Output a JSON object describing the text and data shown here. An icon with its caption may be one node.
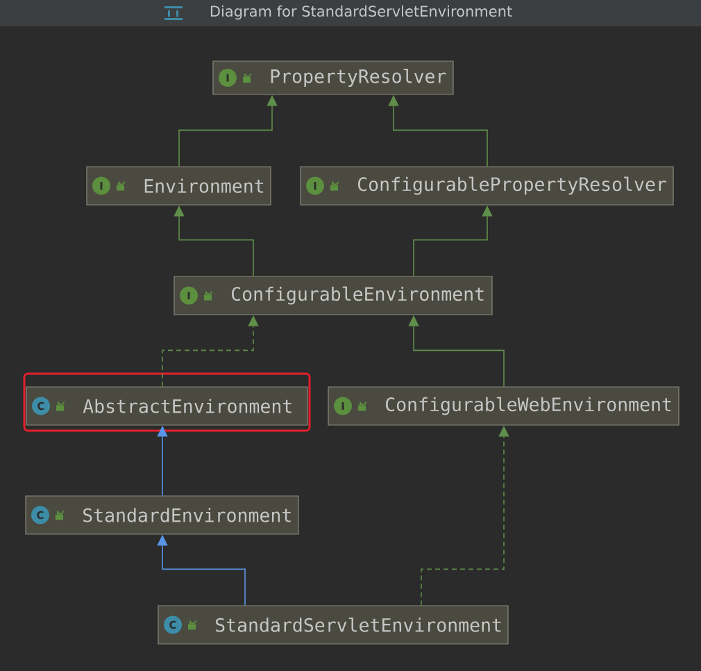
{
  "diagram": {
    "title": "Diagram for StandardServletEnvironment",
    "nodes": [
      {
        "text": [
          "I",
          "PropertyResolver"
        ]
      },
      {
        "text": [
          "I",
          "Environment"
        ]
      },
      {
        "text": [
          "I",
          "ConfigurablePropertyResolver"
        ]
      },
      {
        "text": [
          "I",
          "ConfigurableEnvironment"
        ]
      },
      {
        "text": [
          "C",
          "AbstractEnvironment"
        ]
      },
      {
        "text": [
          "I",
          "ConfigurableWebEnvironment"
        ]
      },
      {
        "text": [
          "C",
          "StandardEnvironment"
        ]
      },
      {
        "text": [
          "C",
          "StandardServletEnvironment"
        ]
      }
    ],
    "edges": [
      {
        "from": 1,
        "to": 0,
        "arrow": "to"
      },
      {
        "from": 2,
        "to": 0,
        "arrow": "to"
      },
      {
        "from": 3,
        "to": 1,
        "arrow": "to"
      },
      {
        "from": 3,
        "to": 2,
        "arrow": "to"
      },
      {
        "from": 4,
        "to": 3,
        "arrow": "to",
        "style": "dashed"
      },
      {
        "from": 5,
        "to": 3,
        "arrow": "to"
      },
      {
        "from": 6,
        "to": 4,
        "arrow": "to",
        "color": "#5a94e8"
      },
      {
        "from": 7,
        "to": 6,
        "arrow": "to",
        "color": "#5a94e8"
      },
      {
        "from": 7,
        "to": 5,
        "arrow": "to",
        "style": "dashed"
      }
    ]
  }
}
